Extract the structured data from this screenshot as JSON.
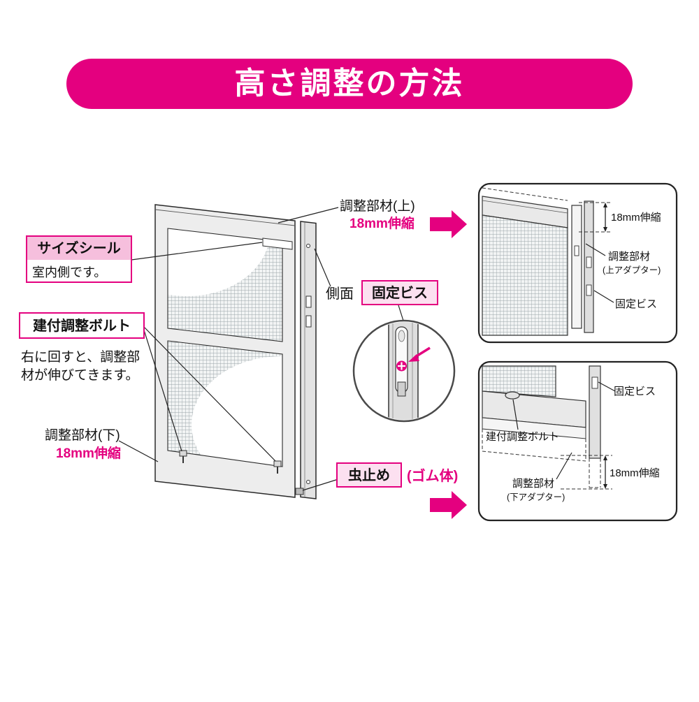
{
  "colors": {
    "magenta": "#E4007F",
    "pink_box_fill": "#F6BFDD",
    "pink_box_light": "#FCE0F0",
    "line": "#2a2a2a",
    "frame_gray": "#EDEDED"
  },
  "banner": {
    "title": "高さ調整の方法"
  },
  "main_labels": {
    "size_seal_title": "サイズシール",
    "size_seal_note": "室内側です。",
    "adjust_bolt": "建付調整ボルト",
    "bolt_note_line1": "右に回すと、調整部",
    "bolt_note_line2": "材が伸びてきます。",
    "lower_member": "調整部材(下)",
    "lower_member_range": "18mm伸縮",
    "upper_member": "調整部材(上)",
    "upper_member_range": "18mm伸縮",
    "side_face": "側面",
    "fixing_screw": "固定ビス",
    "bug_stop": "虫止め",
    "bug_stop_note": "(ゴム体)"
  },
  "top_detail": {
    "range": "18mm伸縮",
    "member_line1": "調整部材",
    "member_line2": "(上アダプター)",
    "fixing_screw": "固定ビス"
  },
  "bottom_detail": {
    "fixing_screw": "固定ビス",
    "adjust_bolt": "建付調整ボルト",
    "member_line1": "調整部材",
    "member_line2": "(下アダプター)",
    "range": "18mm伸縮"
  }
}
